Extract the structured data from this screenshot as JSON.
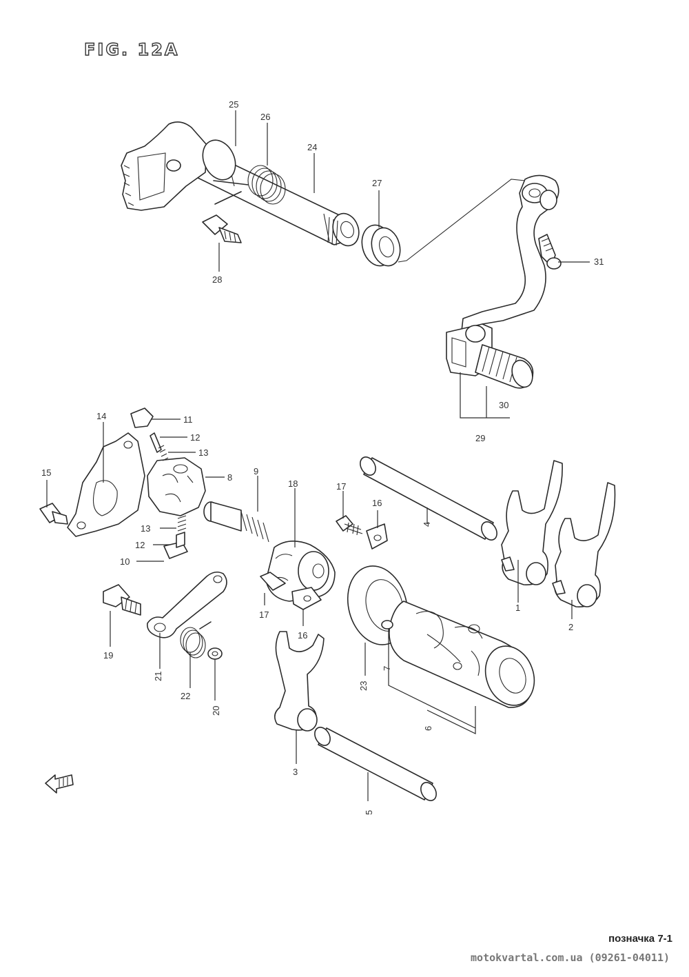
{
  "figure": {
    "title": "FIG. 12A"
  },
  "footer": {
    "reference": "позначка 7-1",
    "source": "motokvartal.com.ua (09261-04011)"
  },
  "callouts": {
    "c1": "1",
    "c2": "2",
    "c3": "3",
    "c4": "4",
    "c5": "5",
    "c6": "6",
    "c7": "7",
    "c8": "8",
    "c9": "9",
    "c10": "10",
    "c11": "11",
    "c12a": "12",
    "c12b": "12",
    "c13a": "13",
    "c13b": "13",
    "c14": "14",
    "c15": "15",
    "c16a": "16",
    "c16b": "16",
    "c17a": "17",
    "c17b": "17",
    "c18": "18",
    "c19": "19",
    "c20": "20",
    "c21": "21",
    "c22": "22",
    "c23": "23",
    "c24": "24",
    "c25": "25",
    "c26": "26",
    "c27": "27",
    "c28": "28",
    "c29": "29",
    "c30": "30",
    "c31": "31"
  }
}
